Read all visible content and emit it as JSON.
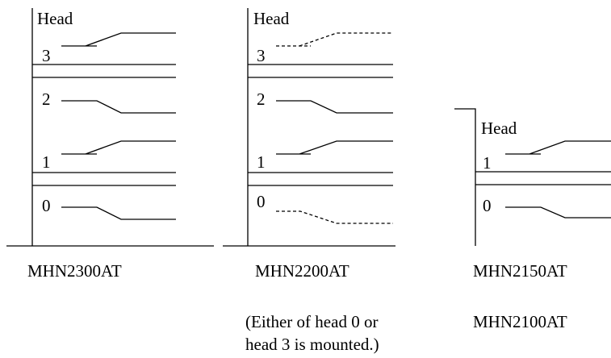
{
  "head_label": "Head",
  "drives": [
    {
      "model": "MHN2300AT",
      "head_numbers": [
        "3",
        "2",
        "1",
        "0"
      ]
    },
    {
      "model": "MHN2200AT",
      "head_numbers": [
        "3",
        "2",
        "1",
        "0"
      ],
      "note_line1": "(Either of head 0 or",
      "note_line2": "head 3 is mounted.)"
    },
    {
      "model": "MHN2150AT",
      "model_alt": "MHN2100AT",
      "head_numbers": [
        "1",
        "0"
      ]
    }
  ]
}
